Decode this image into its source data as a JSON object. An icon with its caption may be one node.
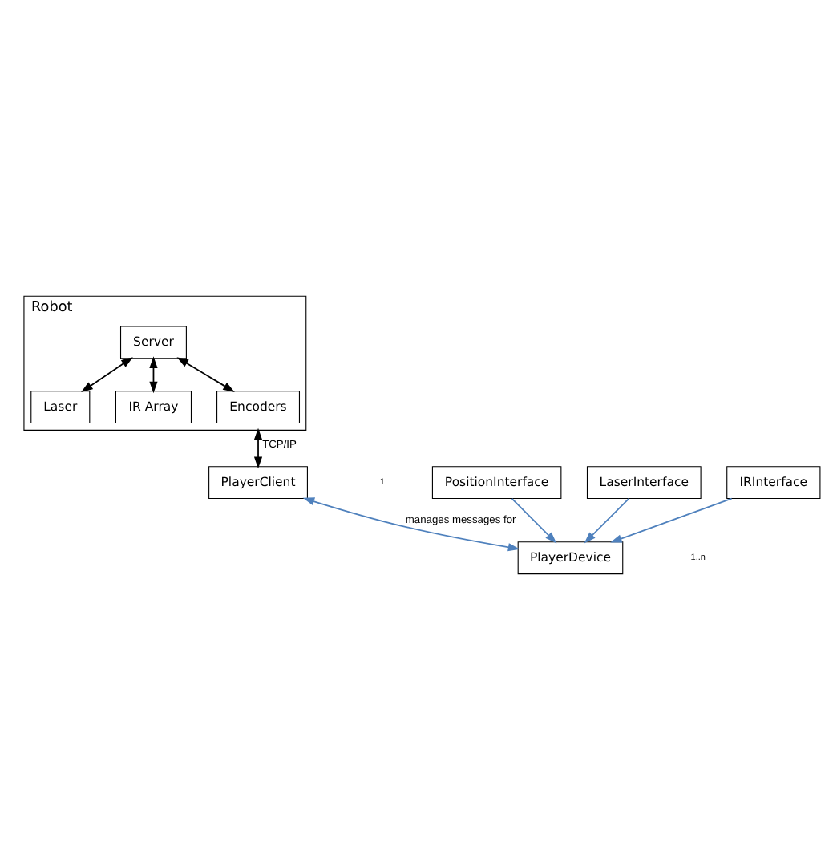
{
  "diagram": {
    "nodes": [
      {
        "text": [
          "Robot"
        ]
      },
      {
        "text": [
          "Server"
        ],
        "in": 0
      },
      {
        "text": [
          "Laser"
        ],
        "in": 0
      },
      {
        "text": [
          "IR Array"
        ],
        "in": 0
      },
      {
        "text": [
          "Encoders"
        ],
        "in": 0
      },
      {
        "text": [
          "PlayerClient"
        ]
      },
      {
        "text": [
          "PlayerDevice"
        ]
      },
      {
        "text": [
          "PositionInterface"
        ]
      },
      {
        "text": [
          "LaserInterface"
        ]
      },
      {
        "text": [
          "IRInterface"
        ]
      }
    ],
    "edges": [
      {
        "from": 1,
        "to": 2,
        "arrow": "both"
      },
      {
        "from": 1,
        "to": 4,
        "arrow": "both"
      },
      {
        "from": 1,
        "to": 3,
        "arrow": "both"
      },
      {
        "from": 0,
        "to": 5,
        "arrow": "both",
        "label": "TCP/IP"
      },
      {
        "from": 5,
        "to": 6,
        "arrow": "both",
        "label": "manages messages for",
        "color": "#4f81bd"
      },
      {
        "from": 7,
        "to": 6,
        "arrow": "to",
        "color": "#4f81bd"
      },
      {
        "from": 8,
        "to": 6,
        "arrow": "to",
        "color": "#4f81bd"
      },
      {
        "from": 9,
        "to": 6,
        "arrow": "to",
        "color": "#4f81bd"
      }
    ],
    "labels": [
      "1",
      "1..n"
    ]
  }
}
